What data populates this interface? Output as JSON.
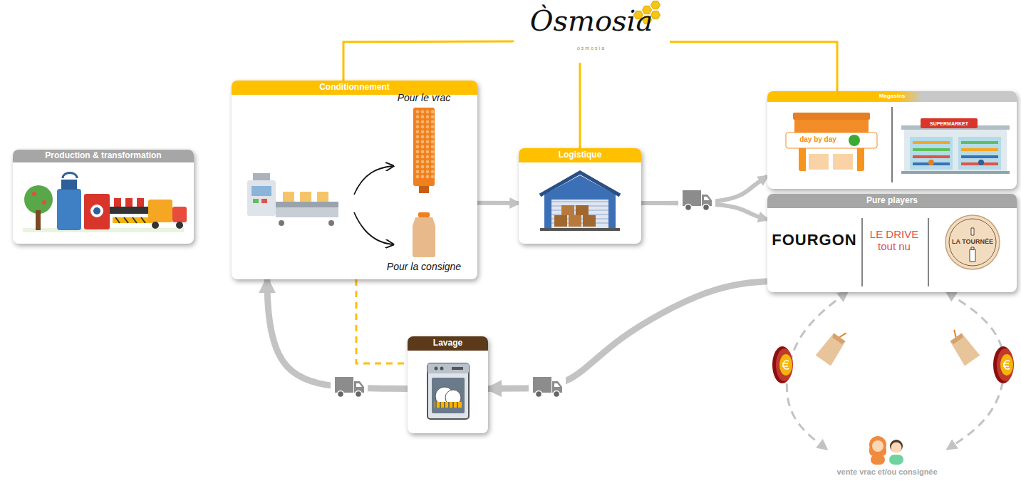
{
  "diagram": {
    "nodes": [
      {
        "text": [
          "Òsmosia",
          "osmosia"
        ]
      },
      {
        "text": [
          "Production & transformation"
        ]
      },
      {
        "text": [
          "Conditionnement",
          "Pour le vrac",
          "Pour la consigne"
        ]
      },
      {
        "text": [
          "Logistique"
        ]
      },
      {
        "text": [
          "Magasins",
          "day by day",
          "SUPERMARKET"
        ]
      },
      {
        "text": [
          "Pure players",
          "FOURGON",
          "LE DRIVE tout nu",
          "LA TOURNÉE"
        ]
      },
      {
        "text": [
          "Lavage"
        ]
      },
      {
        "text": [
          "vente vrac et/ou consignée"
        ]
      }
    ],
    "edges": [
      {
        "from": 0,
        "to": 2,
        "arrow": "none"
      },
      {
        "from": 0,
        "to": 3,
        "arrow": "none"
      },
      {
        "from": 0,
        "to": 4,
        "arrow": "none"
      },
      {
        "from": 2,
        "to": 3,
        "arrow": "to"
      },
      {
        "from": 3,
        "to": 4,
        "arrow": "to"
      },
      {
        "from": 3,
        "to": 5,
        "arrow": "to"
      },
      {
        "from": 5,
        "to": 6,
        "arrow": "to"
      },
      {
        "from": 6,
        "to": 2,
        "arrow": "to"
      },
      {
        "from": 2,
        "to": 6,
        "arrow": "none"
      },
      {
        "from": 5,
        "to": 7,
        "arrow": "both"
      },
      {
        "from": 5,
        "to": 7,
        "arrow": "both"
      }
    ]
  }
}
